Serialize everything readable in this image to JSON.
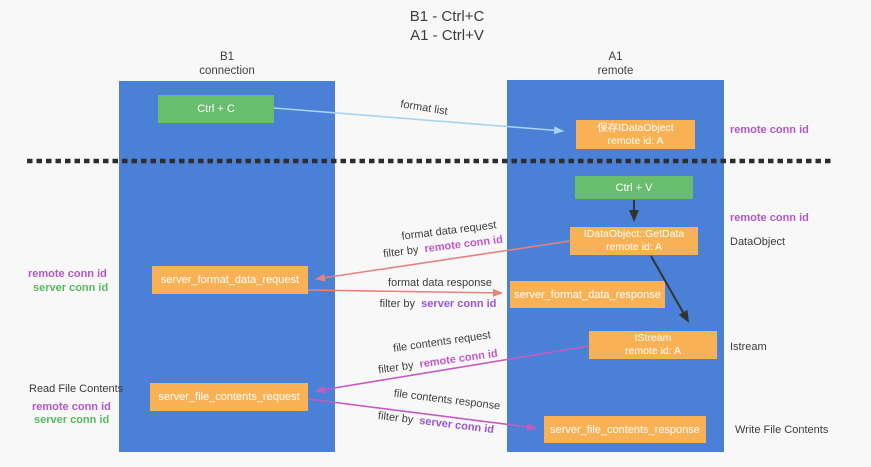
{
  "title": {
    "line1": "B1 - Ctrl+C",
    "line2": "A1 - Ctrl+V"
  },
  "lanes": {
    "left": {
      "title": "B1",
      "subtitle": "connection"
    },
    "right": {
      "title": "A1",
      "subtitle": "remote"
    }
  },
  "nodes": {
    "ctrl_c": {
      "label": "Ctrl + C"
    },
    "ctrl_v": {
      "label": "Ctrl + V"
    },
    "save_dataobject": {
      "line1": "保存IDataObject",
      "line2": "remote id: A"
    },
    "getdata": {
      "line1": "IDataObject::GetData",
      "line2": "remote id: A"
    },
    "istream": {
      "line1": "IStream",
      "line2": "remote id: A"
    },
    "format_request": {
      "label": "server_format_data_request"
    },
    "format_response": {
      "label": "server_format_data_response"
    },
    "file_request": {
      "label": "server_file_contents_request"
    },
    "file_response": {
      "label": "server_file_contents_response"
    }
  },
  "edge_labels": {
    "format_list": "format list",
    "format_data_request": "format data request",
    "format_data_response": "format data response",
    "file_contents_request": "file contents request",
    "file_contents_response": "file contents response",
    "filter_by": "filter by",
    "remote_conn_id": "remote conn id",
    "server_conn_id": "server conn id"
  },
  "side_labels": {
    "remote_conn_top": "remote conn id",
    "remote_conn_mid": "remote conn id",
    "dataobject": "DataObject",
    "istream": "Istream",
    "write_file_contents": "Write File Contents",
    "read_file_contents": "Read File Contents",
    "left_mid_remote": "remote conn id",
    "left_mid_server": "server conn id",
    "left_bottom_remote": "remote conn id",
    "left_bottom_server": "server conn id"
  },
  "colors": {
    "background": "#f8f8f8",
    "lane_blue": "#4b80d7",
    "green_box": "#69be6d",
    "orange_box": "#f9b155",
    "arrow_blue": "#a9d3f2",
    "arrow_red": "#e8807c",
    "arrow_magenta": "#c55ac3",
    "arrow_black": "#333333",
    "dashed_line": "#2d2d2d",
    "remote_conn_text": "#b158c6",
    "server_conn_green": "#59b95f",
    "server_conn_purple": "#9a55d2",
    "dark_text": "#3b3b3b"
  }
}
